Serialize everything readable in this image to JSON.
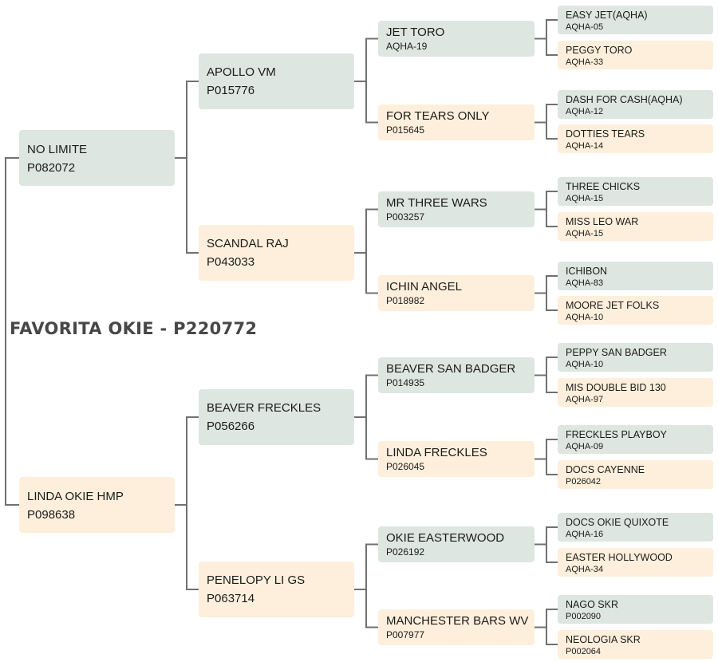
{
  "subject": {
    "name": "FAVORITA OKIE - P220772"
  },
  "colors": {
    "male": "#dde6e1",
    "female": "#fdefdb",
    "connector": "#707070"
  },
  "generations": [
    [
      {
        "name": "NO LIMITE",
        "reg": "P082072",
        "sex": "male"
      },
      {
        "name": "LINDA OKIE HMP",
        "reg": "P098638",
        "sex": "female"
      }
    ],
    [
      {
        "name": "APOLLO VM",
        "reg": "P015776",
        "sex": "male"
      },
      {
        "name": "SCANDAL RAJ",
        "reg": "P043033",
        "sex": "female"
      },
      {
        "name": "BEAVER FRECKLES",
        "reg": "P056266",
        "sex": "male"
      },
      {
        "name": "PENELOPY LI GS",
        "reg": "P063714",
        "sex": "female"
      }
    ],
    [
      {
        "name": "JET TORO",
        "reg": "AQHA-19",
        "sex": "male"
      },
      {
        "name": "FOR TEARS ONLY",
        "reg": "P015645",
        "sex": "female"
      },
      {
        "name": "MR THREE WARS",
        "reg": "P003257",
        "sex": "male"
      },
      {
        "name": "ICHIN ANGEL",
        "reg": "P018982",
        "sex": "female"
      },
      {
        "name": "BEAVER SAN BADGER",
        "reg": "P014935",
        "sex": "male"
      },
      {
        "name": "LINDA FRECKLES",
        "reg": "P026045",
        "sex": "female"
      },
      {
        "name": "OKIE EASTERWOOD",
        "reg": "P026192",
        "sex": "male"
      },
      {
        "name": "MANCHESTER BARS WV",
        "reg": "P007977",
        "sex": "female"
      }
    ],
    [
      {
        "name": "EASY JET(AQHA)",
        "reg": "AQHA-05",
        "sex": "male"
      },
      {
        "name": "PEGGY TORO",
        "reg": "AQHA-33",
        "sex": "female"
      },
      {
        "name": "DASH FOR CASH(AQHA)",
        "reg": "AQHA-12",
        "sex": "male"
      },
      {
        "name": "DOTTIES TEARS",
        "reg": "AQHA-14",
        "sex": "female"
      },
      {
        "name": "THREE CHICKS",
        "reg": "AQHA-15",
        "sex": "male"
      },
      {
        "name": "MISS LEO WAR",
        "reg": "AQHA-15",
        "sex": "female"
      },
      {
        "name": "ICHIBON",
        "reg": "AQHA-83",
        "sex": "male"
      },
      {
        "name": "MOORE JET FOLKS",
        "reg": "AQHA-10",
        "sex": "female"
      },
      {
        "name": "PEPPY SAN BADGER",
        "reg": "AQHA-10",
        "sex": "male"
      },
      {
        "name": "MIS DOUBLE BID 130",
        "reg": "AQHA-97",
        "sex": "female"
      },
      {
        "name": "FRECKLES PLAYBOY",
        "reg": "AQHA-09",
        "sex": "male"
      },
      {
        "name": "DOCS CAYENNE",
        "reg": "P026042",
        "sex": "female"
      },
      {
        "name": "DOCS OKIE QUIXOTE",
        "reg": "AQHA-16",
        "sex": "male"
      },
      {
        "name": "EASTER HOLLYWOOD",
        "reg": "AQHA-34",
        "sex": "female"
      },
      {
        "name": "NAGO SKR",
        "reg": "P002090",
        "sex": "male"
      },
      {
        "name": "NEOLOGIA SKR",
        "reg": "P002064",
        "sex": "female"
      }
    ]
  ]
}
